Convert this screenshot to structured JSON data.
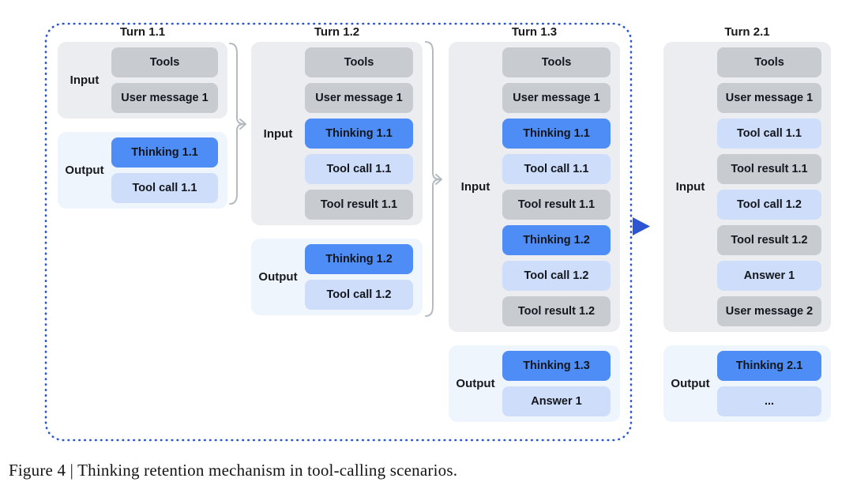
{
  "caption": "Figure 4 | Thinking retention mechanism in tool-calling scenarios.",
  "colors": {
    "thinking_blue": "#4f8df6",
    "tool_call_blue": "#cdddfa",
    "context_gray": "#c8ccd1",
    "input_panel": "#ecedf0",
    "output_panel": "#eff5fd",
    "boundary_blue": "#2d54d1",
    "connector_gray": "#b4bac1"
  },
  "icons": {
    "retention_boundary": "dotted-rounded-rectangle",
    "flow_arrow": "right-arrowhead",
    "turn_connector": "curly-brace-with-arrow"
  },
  "columns": [
    {
      "title": "Turn 1.1",
      "input": {
        "label": "Input",
        "boxes": [
          {
            "label": "Tools",
            "type": "gray"
          },
          {
            "label": "User message 1",
            "type": "gray"
          }
        ]
      },
      "output": {
        "label": "Output",
        "boxes": [
          {
            "label": "Thinking 1.1",
            "type": "blue"
          },
          {
            "label": "Tool call 1.1",
            "type": "lightblue"
          }
        ]
      }
    },
    {
      "title": "Turn 1.2",
      "input": {
        "label": "Input",
        "boxes": [
          {
            "label": "Tools",
            "type": "gray"
          },
          {
            "label": "User message 1",
            "type": "gray"
          },
          {
            "label": "Thinking 1.1",
            "type": "blue"
          },
          {
            "label": "Tool call 1.1",
            "type": "lightblue"
          },
          {
            "label": "Tool result 1.1",
            "type": "gray"
          }
        ]
      },
      "output": {
        "label": "Output",
        "boxes": [
          {
            "label": "Thinking 1.2",
            "type": "blue"
          },
          {
            "label": "Tool call 1.2",
            "type": "lightblue"
          }
        ]
      }
    },
    {
      "title": "Turn 1.3",
      "input": {
        "label": "Input",
        "boxes": [
          {
            "label": "Tools",
            "type": "gray"
          },
          {
            "label": "User message 1",
            "type": "gray"
          },
          {
            "label": "Thinking 1.1",
            "type": "blue"
          },
          {
            "label": "Tool call 1.1",
            "type": "lightblue"
          },
          {
            "label": "Tool result 1.1",
            "type": "gray"
          },
          {
            "label": "Thinking 1.2",
            "type": "blue"
          },
          {
            "label": "Tool call 1.2",
            "type": "lightblue"
          },
          {
            "label": "Tool result 1.2",
            "type": "gray"
          }
        ]
      },
      "output": {
        "label": "Output",
        "boxes": [
          {
            "label": "Thinking 1.3",
            "type": "blue"
          },
          {
            "label": "Answer 1",
            "type": "lightblue"
          }
        ]
      }
    },
    {
      "title": "Turn 2.1",
      "input": {
        "label": "Input",
        "boxes": [
          {
            "label": "Tools",
            "type": "gray"
          },
          {
            "label": "User message 1",
            "type": "gray"
          },
          {
            "label": "Tool call 1.1",
            "type": "lightblue"
          },
          {
            "label": "Tool result 1.1",
            "type": "gray"
          },
          {
            "label": "Tool call 1.2",
            "type": "lightblue"
          },
          {
            "label": "Tool result 1.2",
            "type": "gray"
          },
          {
            "label": "Answer 1",
            "type": "lightblue"
          },
          {
            "label": "User message 2",
            "type": "gray"
          }
        ]
      },
      "output": {
        "label": "Output",
        "boxes": [
          {
            "label": "Thinking 2.1",
            "type": "blue"
          },
          {
            "label": "...",
            "type": "lightblue"
          }
        ]
      }
    }
  ]
}
